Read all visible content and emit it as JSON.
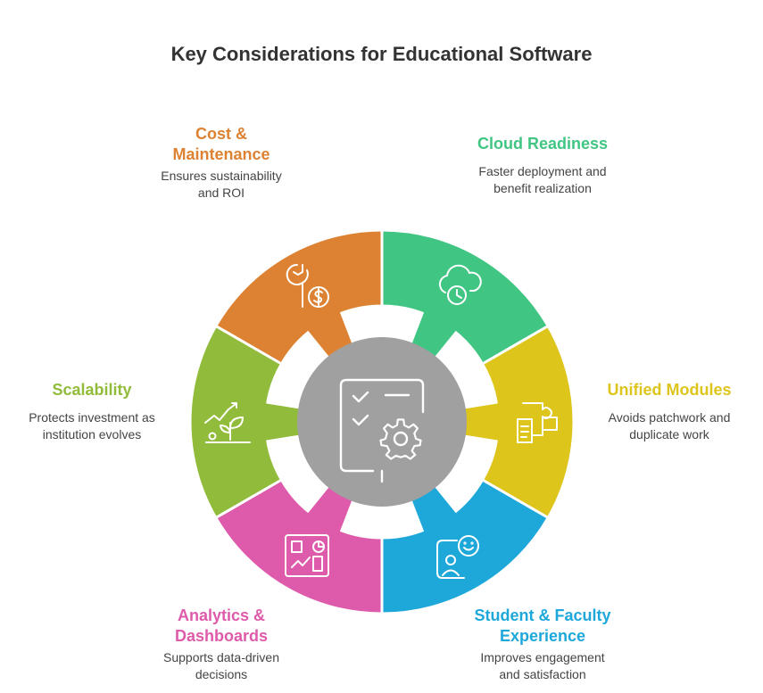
{
  "title": "Key Considerations for Educational Software",
  "colors": {
    "cost": "#DD8232",
    "cloud": "#40C583",
    "unified": "#DDC51C",
    "student": "#1EA8DA",
    "analytics": "#DE5AAA",
    "scalability": "#91BB3A",
    "hub": "#A0A0A0"
  },
  "segments": [
    {
      "key": "cost",
      "heading": "Cost &\nMaintenance",
      "description": "Ensures sustainability\nand ROI",
      "icon": "wrench-dollar-icon"
    },
    {
      "key": "cloud",
      "heading": "Cloud Readiness",
      "description": "Faster deployment and\nbenefit realization",
      "icon": "cloud-clock-icon"
    },
    {
      "key": "unified",
      "heading": "Unified Modules",
      "description": "Avoids patchwork and\nduplicate work",
      "icon": "puzzle-document-icon"
    },
    {
      "key": "student",
      "heading": "Student & Faculty\nExperience",
      "description": "Improves engagement\nand satisfaction",
      "icon": "user-smile-icon"
    },
    {
      "key": "analytics",
      "heading": "Analytics &\nDashboards",
      "description": "Supports data-driven\ndecisions",
      "icon": "dashboard-icon"
    },
    {
      "key": "scalability",
      "heading": "Scalability",
      "description": "Protects investment as\ninstitution evolves",
      "icon": "growth-plant-icon"
    }
  ],
  "hub": {
    "icon": "checklist-gear-icon"
  }
}
